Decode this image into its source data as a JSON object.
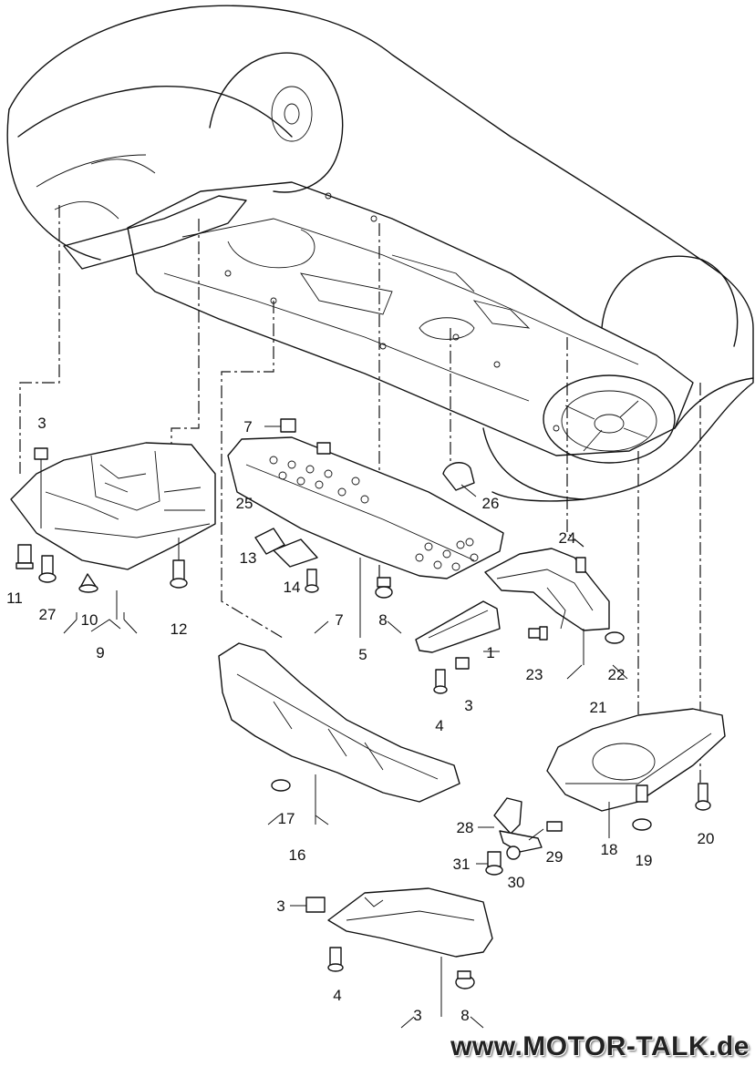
{
  "watermark": "www.MOTOR-TALK.de",
  "callouts": {
    "c1": "1",
    "c3a": "3",
    "c3b": "3",
    "c3c": "3",
    "c3d": "3",
    "c4a": "4",
    "c4b": "4",
    "c5": "5",
    "c7a": "7",
    "c7b": "7",
    "c8a": "8",
    "c8b": "8",
    "c9": "9",
    "c10": "10",
    "c11": "11",
    "c12": "12",
    "c13": "13",
    "c14": "14",
    "c16": "16",
    "c17": "17",
    "c18": "18",
    "c19": "19",
    "c20": "20",
    "c21": "21",
    "c22": "22",
    "c23": "23",
    "c24": "24",
    "c25": "25",
    "c26": "26",
    "c27": "27",
    "c28": "28",
    "c29": "29",
    "c30": "30",
    "c31": "31"
  }
}
